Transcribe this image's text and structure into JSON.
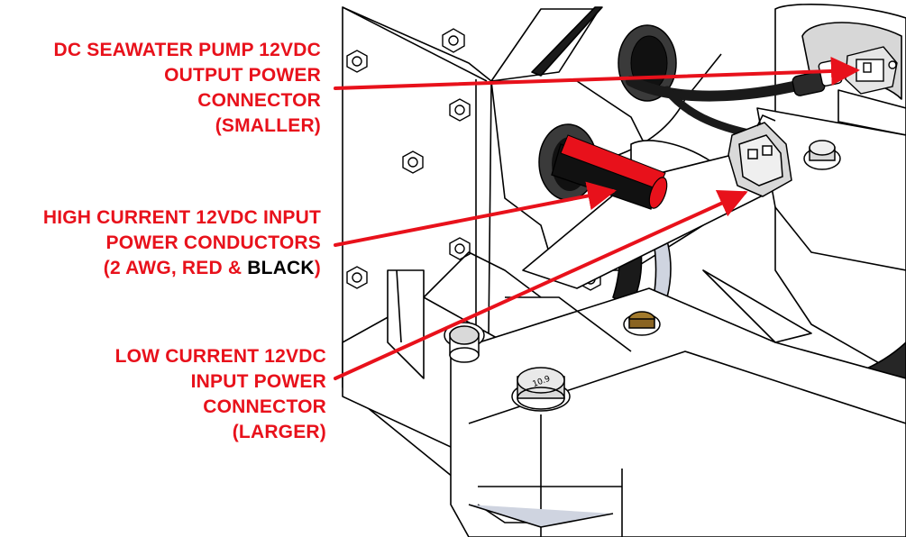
{
  "colors": {
    "callout": "#e8111b",
    "line_art": "#000000",
    "background": "#ffffff",
    "highlight_black": "#000000"
  },
  "callouts": {
    "pump_connector": {
      "lines": [
        "DC SEAWATER PUMP 12VDC",
        "OUTPUT POWER",
        "CONNECTOR",
        "(SMALLER)"
      ]
    },
    "high_current": {
      "lines": [
        "HIGH CURRENT 12VDC INPUT",
        "POWER CONDUCTORS"
      ],
      "last_line_prefix": "(2 AWG, RED & ",
      "last_line_black_word": "BLACK",
      "last_line_suffix": ")"
    },
    "low_current": {
      "lines": [
        "LOW CURRENT 12VDC",
        "INPUT POWER",
        "CONNECTOR",
        "(LARGER)"
      ]
    }
  },
  "bolt_marking": "10.9"
}
